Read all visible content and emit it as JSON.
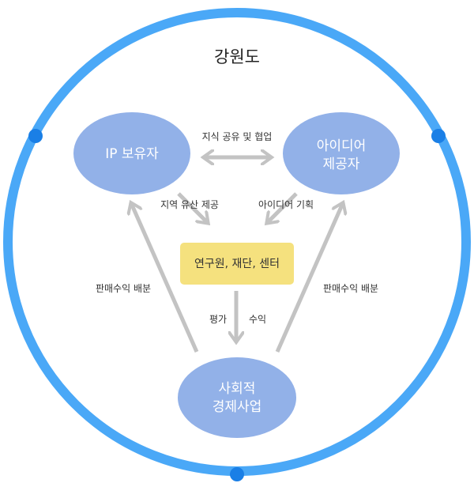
{
  "title": "강원도",
  "nodes": {
    "ip_holder": {
      "label": "IP 보유자"
    },
    "idea_provider": {
      "lines": [
        "아이디어",
        "제공자"
      ]
    },
    "center": {
      "label": "연구원, 재단, 센터"
    },
    "social_enterprise": {
      "lines": [
        "사회적",
        "경제사업"
      ]
    }
  },
  "edges": {
    "knowledge_sharing": "지식 공유 및 협업",
    "local_heritage": "지역 유산 제공",
    "idea_planning": "아이디어 기획",
    "evaluation": "평가",
    "revenue": "수익",
    "sales_left": "판매수익 배분",
    "sales_right": "판매수익 배분"
  },
  "colors": {
    "ring": "#4aa8f7",
    "ring_dot": "#1a7fe6",
    "node_fill": "#92b1e8",
    "center_fill": "#f5e17e",
    "arrow": "#c3c3c3"
  }
}
